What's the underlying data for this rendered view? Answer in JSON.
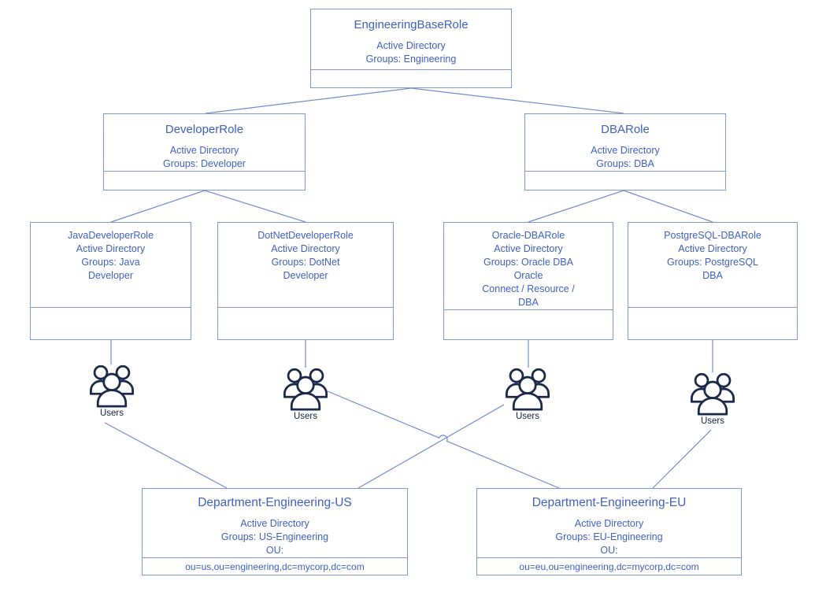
{
  "users_label": "Users",
  "colors": {
    "node_border": "#7f99cf",
    "node_text": "#3e61c4",
    "edge_line": "#6f8ed0",
    "users_icon": "#1b2a4a",
    "users_label_text": "#15233f",
    "background": "#ffffff"
  },
  "nodes": {
    "engineering_base": {
      "title": "EngineeringBaseRole",
      "lines": [
        "Active Directory",
        "Groups: Engineering"
      ]
    },
    "developer": {
      "title": "DeveloperRole",
      "lines": [
        "Active Directory",
        "Groups: Developer"
      ]
    },
    "dba": {
      "title": "DBARole",
      "lines": [
        "Active Directory",
        "Groups: DBA"
      ]
    },
    "java_developer": {
      "title": "JavaDeveloperRole",
      "lines": [
        "Active Directory",
        "Groups: Java",
        "Developer"
      ]
    },
    "dotnet_developer": {
      "title": "DotNetDeveloperRole",
      "lines": [
        "Active Directory",
        "Groups: DotNet",
        "Developer"
      ]
    },
    "oracle_dba": {
      "title": "Oracle-DBARole",
      "lines": [
        "Active Directory",
        "Groups: Oracle DBA",
        "Oracle",
        "Connect / Resource /",
        "DBA"
      ]
    },
    "postgresql_dba": {
      "title": "PostgreSQL-DBARole",
      "lines": [
        "Active Directory",
        "Groups: PostgreSQL",
        "DBA"
      ]
    },
    "dept_us": {
      "title": "Department-Engineering-US",
      "lines": [
        "Active Directory",
        "Groups: US-Engineering",
        "OU:"
      ],
      "ou_value": "ou=us,ou=engineering,dc=mycorp,dc=com"
    },
    "dept_eu": {
      "title": "Department-Engineering-EU",
      "lines": [
        "Active Directory",
        "Groups: EU-Engineering",
        "OU:"
      ],
      "ou_value": "ou=eu,ou=engineering,dc=mycorp,dc=com"
    }
  }
}
